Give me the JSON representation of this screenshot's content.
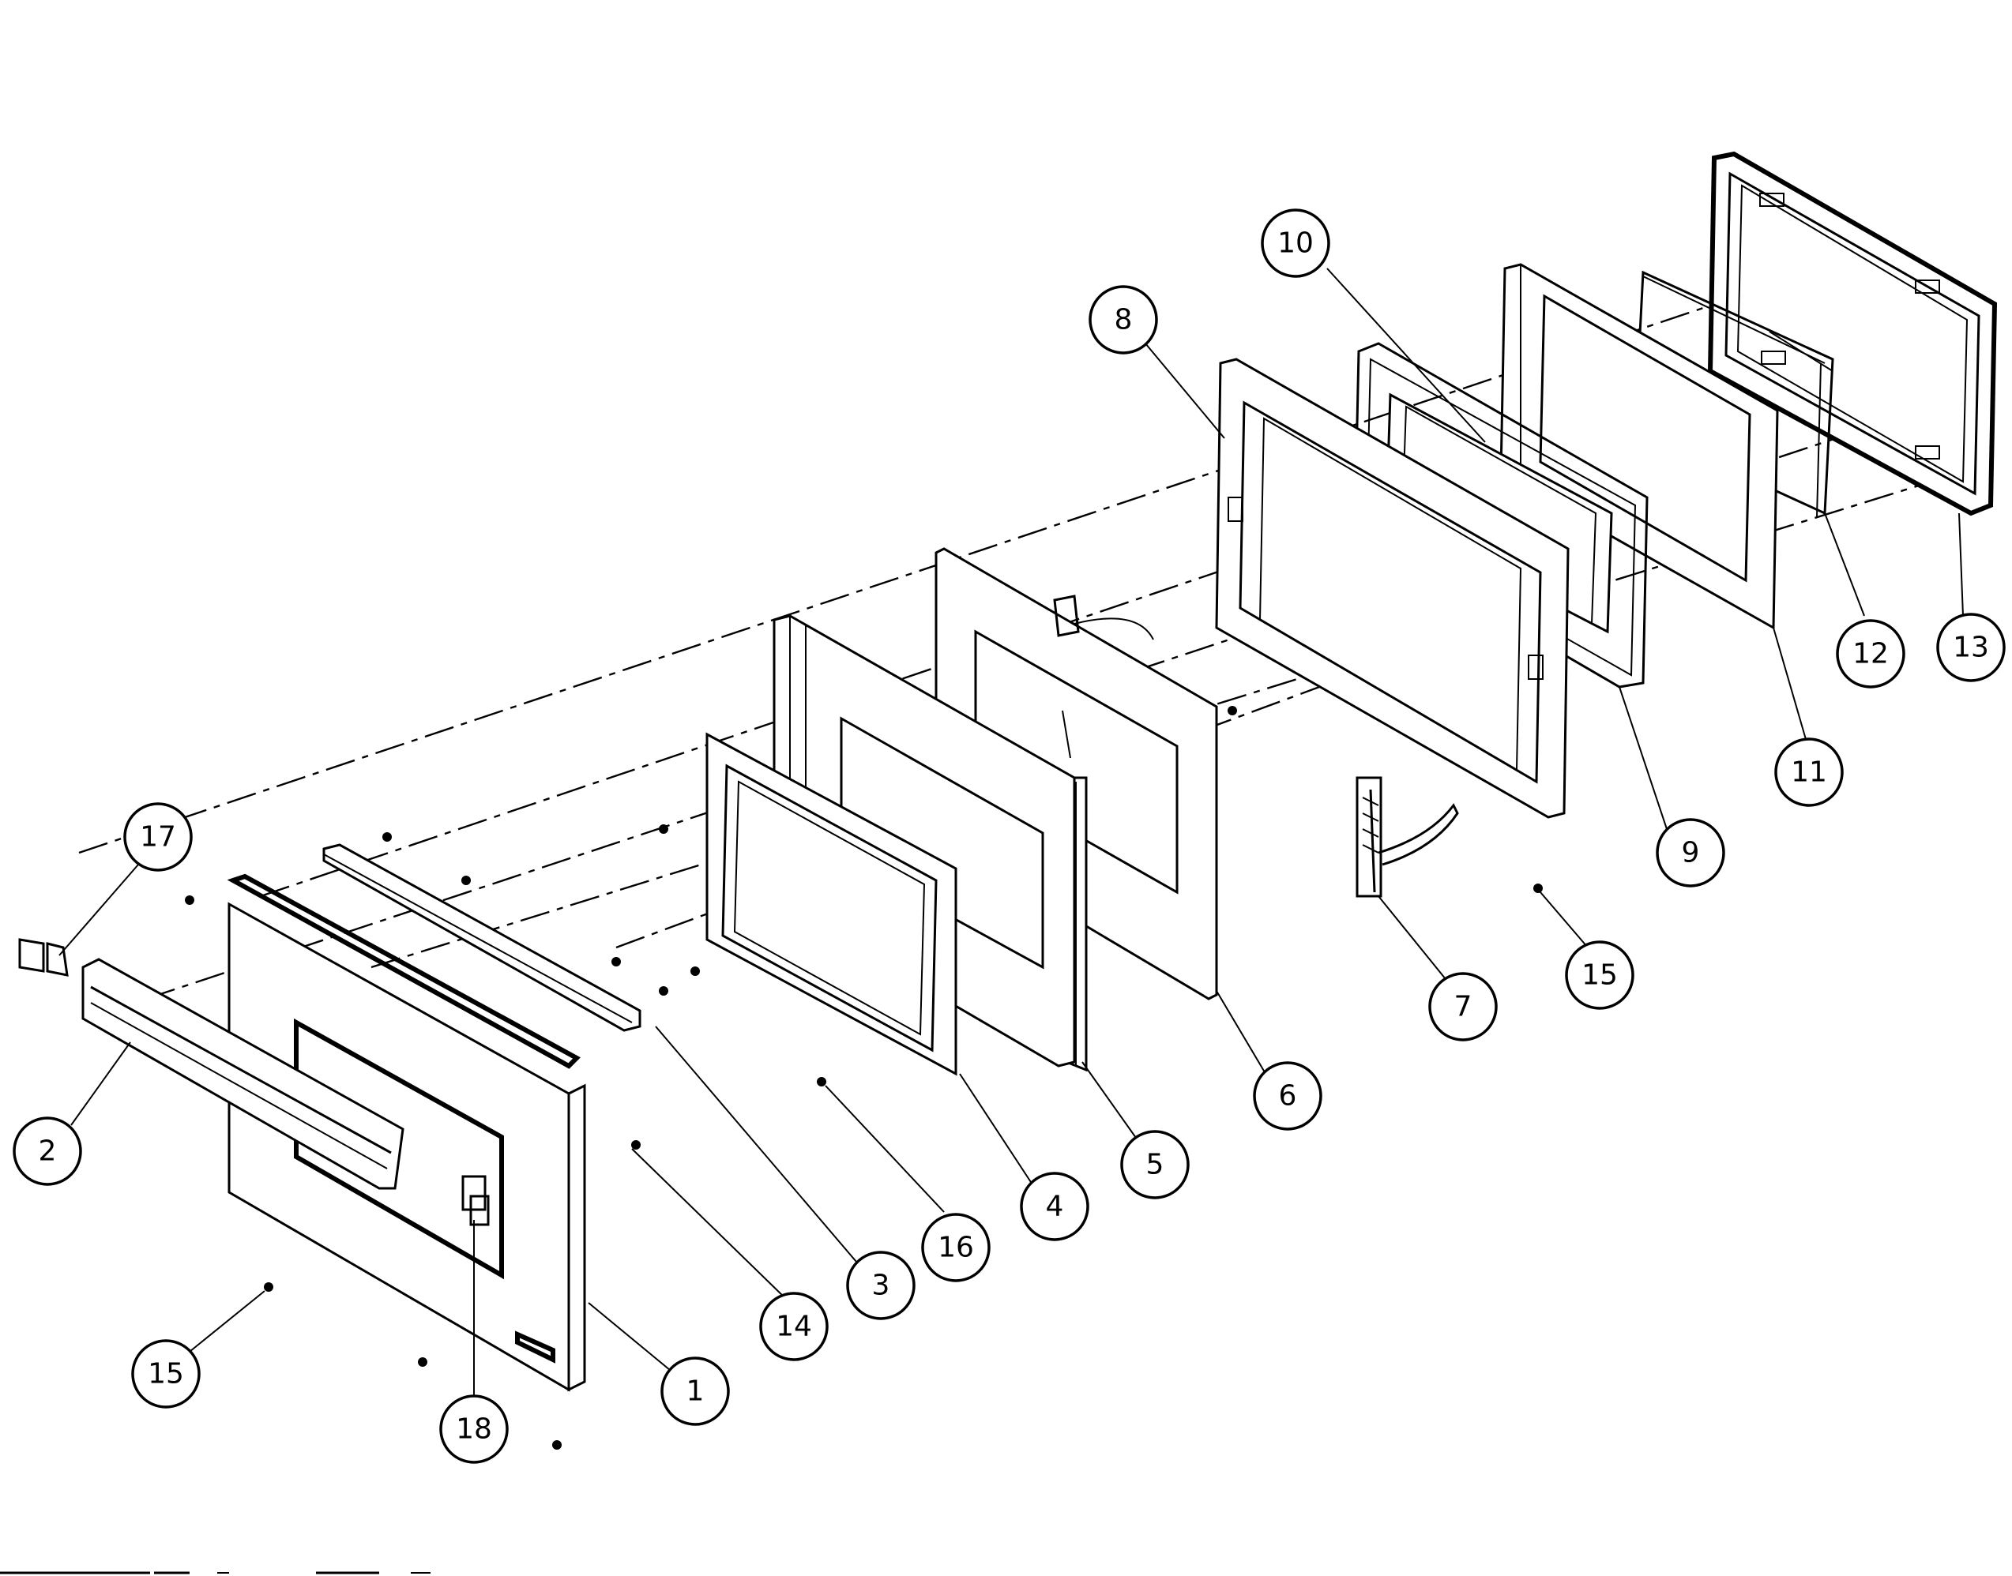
{
  "diagram": {
    "callouts": [
      {
        "id": "c1",
        "label": "1"
      },
      {
        "id": "c2",
        "label": "2"
      },
      {
        "id": "c3",
        "label": "3"
      },
      {
        "id": "c4",
        "label": "4"
      },
      {
        "id": "c5",
        "label": "5"
      },
      {
        "id": "c6",
        "label": "6"
      },
      {
        "id": "c7",
        "label": "7"
      },
      {
        "id": "c8",
        "label": "8"
      },
      {
        "id": "c9",
        "label": "9"
      },
      {
        "id": "c10",
        "label": "10"
      },
      {
        "id": "c11",
        "label": "11"
      },
      {
        "id": "c12",
        "label": "12"
      },
      {
        "id": "c13",
        "label": "13"
      },
      {
        "id": "c14",
        "label": "14"
      },
      {
        "id": "c15a",
        "label": "15"
      },
      {
        "id": "c15b",
        "label": "15"
      },
      {
        "id": "c16",
        "label": "16"
      },
      {
        "id": "c17",
        "label": "17"
      },
      {
        "id": "c18",
        "label": "18"
      }
    ]
  }
}
